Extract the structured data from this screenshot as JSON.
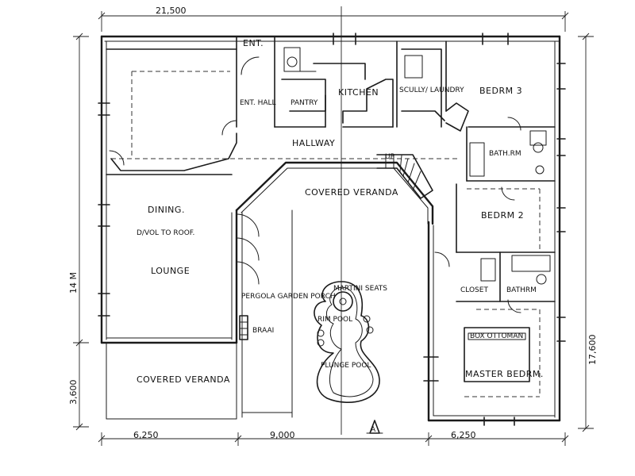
{
  "dimensions": {
    "top_width": "21,500",
    "bottom_left": "6,250",
    "bottom_middle": "9,000",
    "bottom_right": "6,250",
    "left_main": "14 M",
    "left_lower": "3,600",
    "right_total": "17,600"
  },
  "rooms": {
    "entry": "ENT.",
    "entry_hall": "ENT. HALL",
    "kitchen": "KITCHEN",
    "pantry": "PANTRY",
    "scullery_laundry": "SCULLY/ LAUNDRY",
    "bedroom_3": "BEDRM 3",
    "bathroom": "BATH.RM",
    "hallway": "HALLWAY",
    "covered_veranda_top": "COVERED VERANDA",
    "bedroom_2": "BEDRM 2",
    "dining": "DINING.",
    "dining_note": "D/VOL TO ROOF.",
    "lounge": "LOUNGE",
    "pergola_garden_porch": "PERGOLA GARDEN PORCH",
    "braai": "BRAAI",
    "martini_seats": "MARTINI SEATS",
    "rim_pool": "RIM POOL",
    "plunge_pool": "PLUNGE POOL",
    "closet": "CLOSET",
    "en_suite_bathroom": "BATHRM",
    "box_ottoman": "BOX OTTOMAN",
    "master_bedroom": "MASTER BEDRM.",
    "covered_veranda_bottom": "COVERED VERANDA"
  },
  "stair_label": "UP",
  "axis_marker": "A"
}
